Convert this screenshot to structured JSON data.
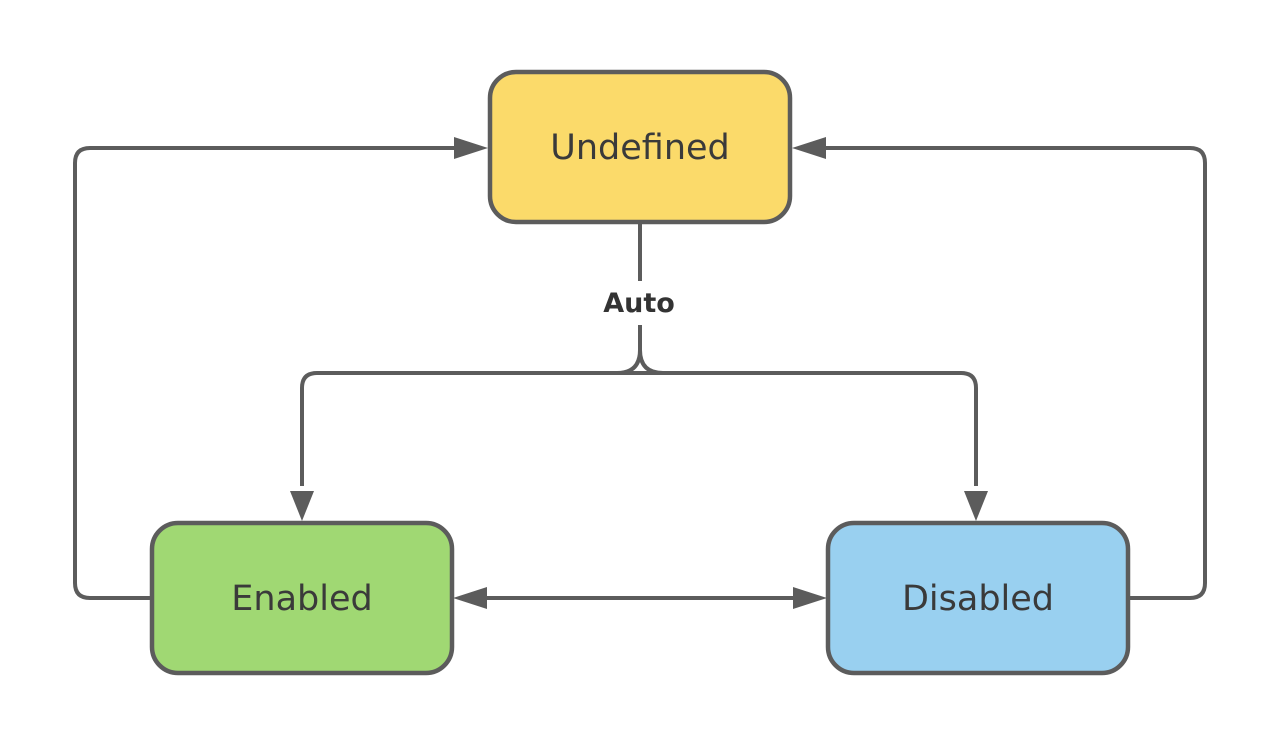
{
  "diagram": {
    "type": "state-transition-diagram",
    "background_color": "#ffffff",
    "connector_color": "#5c5c5c",
    "text_color": "#3a3a3a",
    "nodes": {
      "undefined": {
        "label": "Undefined",
        "fill": "#fbda6a",
        "border": "#5c5c5c"
      },
      "enabled": {
        "label": "Enabled",
        "fill": "#a0d873",
        "border": "#5c5c5c"
      },
      "disabled": {
        "label": "Disabled",
        "fill": "#99d0f0",
        "border": "#5c5c5c"
      }
    },
    "edges": {
      "auto_split": {
        "label": "Auto",
        "from": "Undefined",
        "to": "Enabled, Disabled"
      },
      "enabled_to_undefined": {
        "label": "",
        "from": "Enabled",
        "to": "Undefined"
      },
      "disabled_to_undefined": {
        "label": "",
        "from": "Disabled",
        "to": "Undefined"
      },
      "enabled_disabled": {
        "label": "",
        "from": "Enabled",
        "to": "Disabled",
        "bidirectional": true
      }
    }
  }
}
